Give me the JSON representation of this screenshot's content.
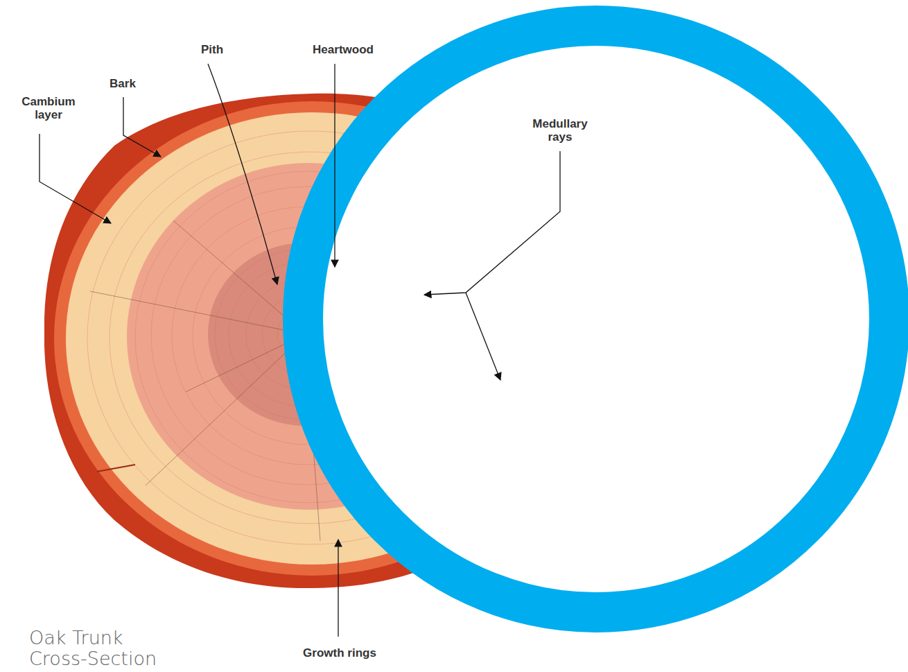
{
  "diagram": {
    "caption": "Oak Trunk Cross-Section",
    "labels": [
      "Pith",
      "Heartwood",
      "Cambium layer",
      "Bark",
      "Medullary rays",
      "Growth rings"
    ]
  }
}
